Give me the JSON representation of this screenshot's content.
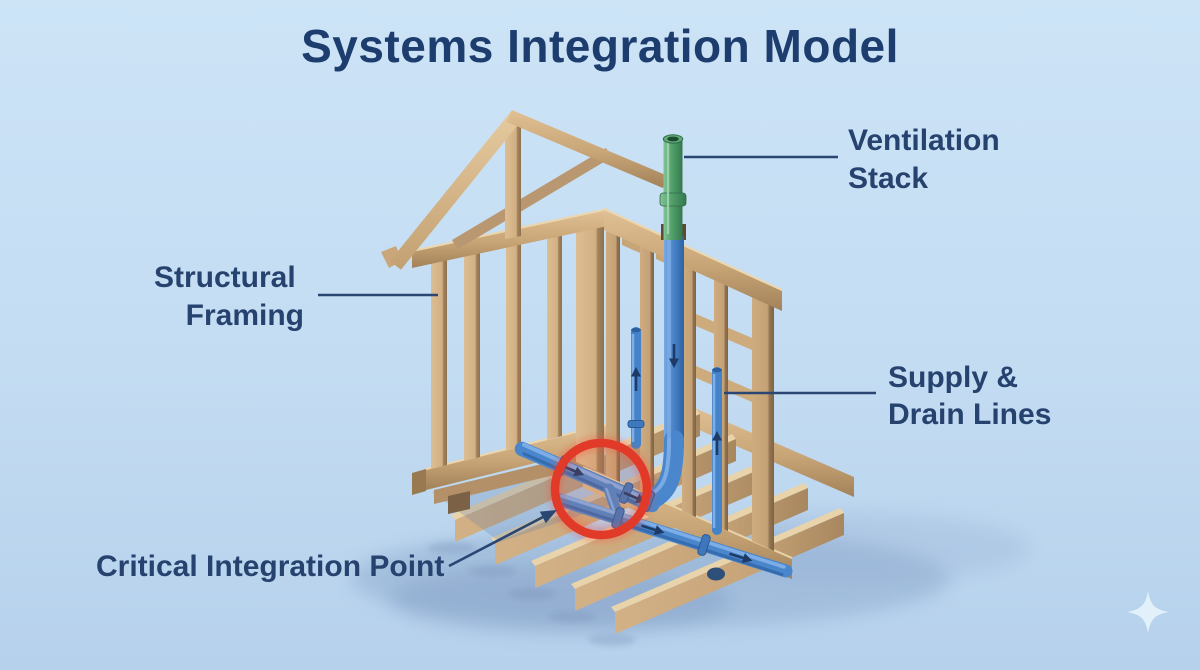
{
  "title": "Systems Integration Model",
  "callouts": {
    "ventilation": {
      "line1": "Ventilation",
      "line2": "Stack"
    },
    "structural": {
      "line1": "Structural",
      "line2": "Framing"
    },
    "supply": {
      "line1": "Supply &",
      "line2": "Drain Lines"
    },
    "critical": {
      "label": "Critical Integration Point"
    }
  },
  "illustration": {
    "components": [
      "gable-roof-truss",
      "left-stud-wall",
      "right-stud-wall",
      "floor-joists",
      "ventilation-stack-pipe",
      "drain-pipe",
      "supply-pipes",
      "critical-integration-highlight"
    ]
  },
  "colors": {
    "background_top": "#cde4f7",
    "background_bottom": "#b6d1ec",
    "title": "#1e3d6f",
    "label": "#26426e",
    "callout_line": "#2a4672",
    "wood_light": "#dec090",
    "wood_mid": "#c9a778",
    "wood_dark": "#8f7250",
    "pipe_blue": "#4a86cb",
    "pipe_green": "#53a36c",
    "flow_arrow": "#1e3a66",
    "highlight_red": "#e23a28",
    "watermark": "#e4f1fb"
  },
  "watermark": {
    "icon": "sparkle-icon"
  }
}
